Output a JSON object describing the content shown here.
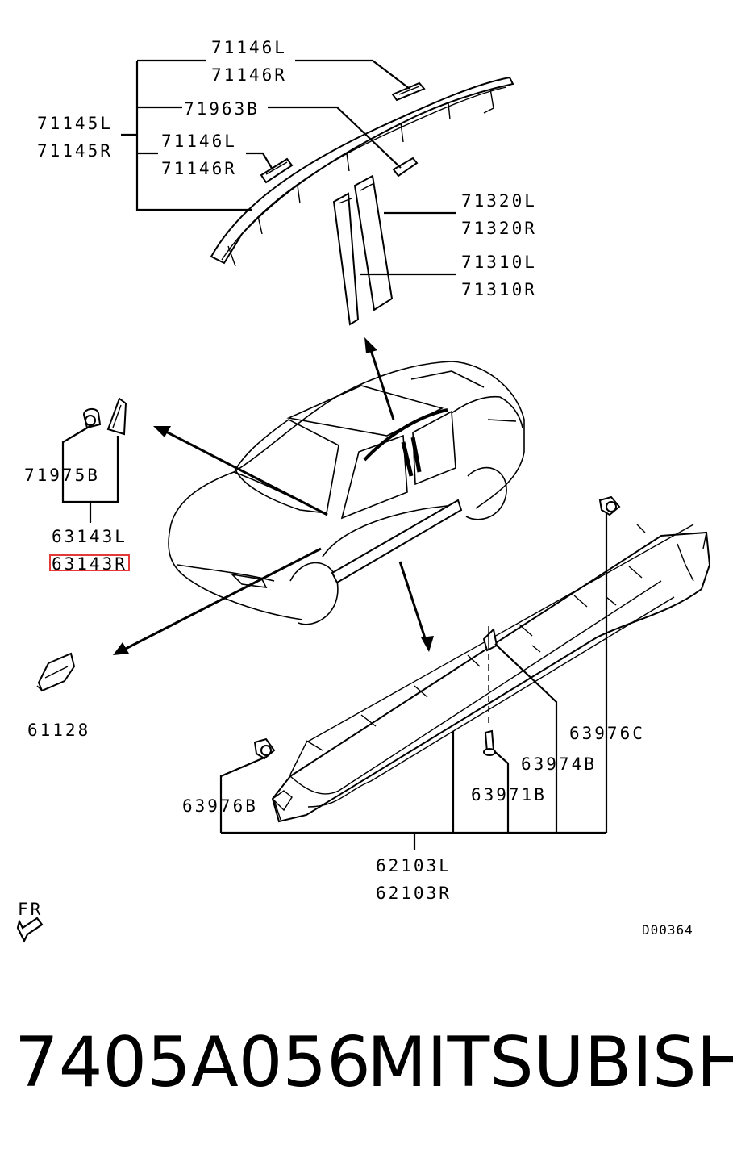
{
  "labels": {
    "l71146L_top": "71146L",
    "l71146R_top": "71146R",
    "l71145L": "71145L",
    "l71145R": "71145R",
    "l71963B": "71963B",
    "l71146L_mid": "71146L",
    "l71146R_mid": "71146R",
    "l71320L": "71320L",
    "l71320R": "71320R",
    "l71310L": "71310L",
    "l71310R": "71310R",
    "l71975B": "71975B",
    "l63143L": "63143L",
    "l63143R": "63143R",
    "l61128": "61128",
    "l63976C": "63976C",
    "l63974B": "63974B",
    "l63971B": "63971B",
    "l63976B": "63976B",
    "l62103L": "62103L",
    "l62103R": "62103R",
    "fr": "FR",
    "code": "D00364"
  },
  "highlight_color": "#e53935",
  "footer": {
    "part_number": "7405A056",
    "brand": "MITSUBISHI"
  }
}
